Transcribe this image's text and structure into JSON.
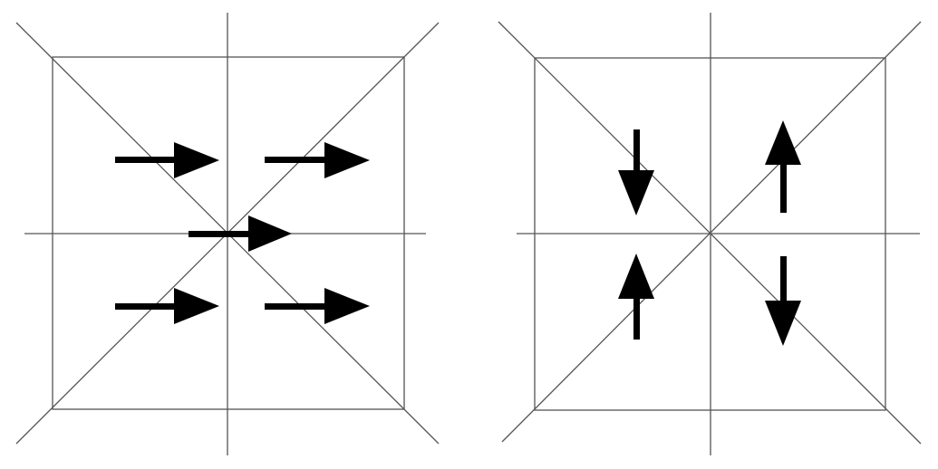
{
  "colors": {
    "background": "#ffffff",
    "line": "#555555",
    "arrow": "#000000"
  },
  "panels": [
    {
      "name": "left-panel",
      "arrows": [
        {
          "name": "arrow-top-left",
          "direction": "right"
        },
        {
          "name": "arrow-top-right",
          "direction": "right"
        },
        {
          "name": "arrow-center",
          "direction": "right"
        },
        {
          "name": "arrow-bottom-left",
          "direction": "right"
        },
        {
          "name": "arrow-bottom-right",
          "direction": "right"
        }
      ]
    },
    {
      "name": "right-panel",
      "arrows": [
        {
          "name": "arrow-upper-left",
          "direction": "down"
        },
        {
          "name": "arrow-upper-right",
          "direction": "up"
        },
        {
          "name": "arrow-lower-left",
          "direction": "up"
        },
        {
          "name": "arrow-lower-right",
          "direction": "down"
        }
      ]
    }
  ]
}
